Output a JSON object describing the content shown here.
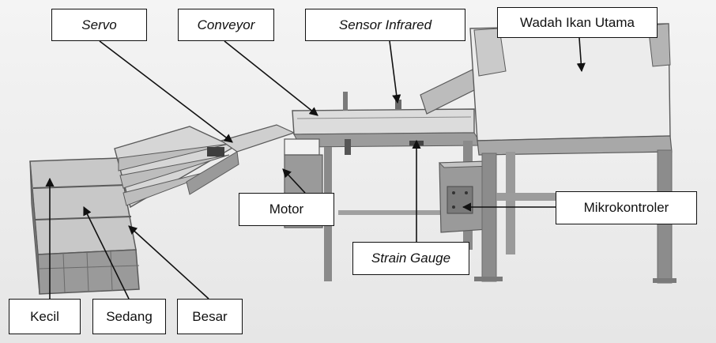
{
  "labels": {
    "servo": "Servo",
    "conveyor": "Conveyor",
    "sensor": "Sensor Infrared",
    "wadah": "Wadah Ikan Utama",
    "motor": "Motor",
    "mikrokontroler": "Mikrokontroler",
    "strain_gauge": "Strain Gauge",
    "kecil": "Kecil",
    "sedang": "Sedang",
    "besar": "Besar"
  },
  "colors": {
    "frame": "#8c8c8c",
    "surface": "#e2e2e2",
    "shadow": "#6a6a6a",
    "label_border": "#111111"
  }
}
